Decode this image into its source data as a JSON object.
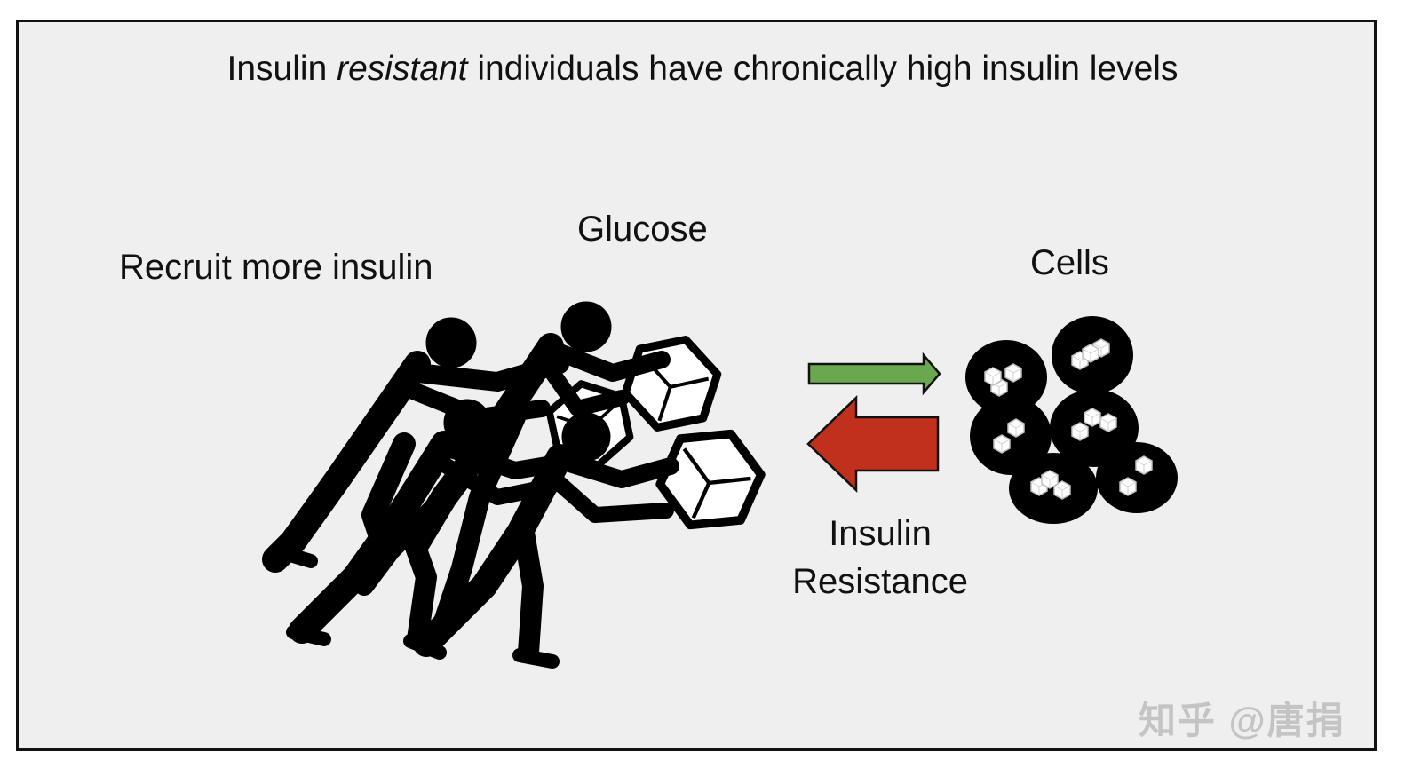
{
  "title": {
    "pre": "Insulin ",
    "emphasis": "resistant",
    "post": " individuals have chronically high insulin levels"
  },
  "labels": {
    "recruit": "Recruit more insulin",
    "glucose": "Glucose",
    "cells": "Cells",
    "insulin_resistance_line1": "Insulin",
    "insulin_resistance_line2": "Resistance"
  },
  "watermark": "知乎 @唐捐",
  "colors": {
    "background": "#efefef",
    "forward_arrow": "#6aa84f",
    "backward_arrow": "#c0301d",
    "figures": "#000000",
    "glucose_cube": "#ffffff"
  },
  "icons": [
    "stick-figure-icon",
    "glucose-cube-icon",
    "cell-icon",
    "arrow-right-icon",
    "arrow-left-icon"
  ]
}
